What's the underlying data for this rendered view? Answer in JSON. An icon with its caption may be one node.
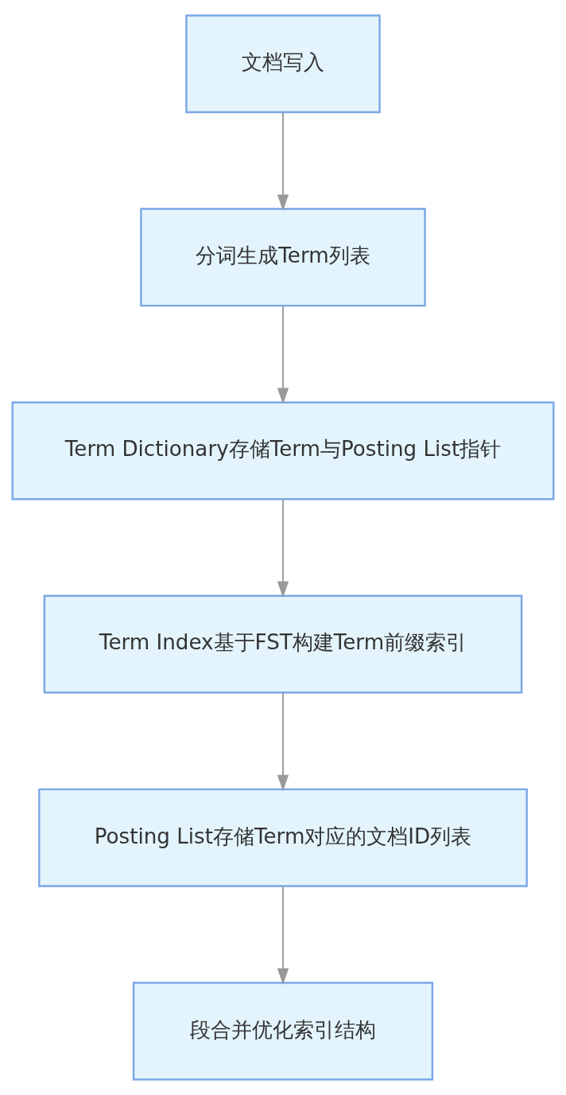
{
  "diagram": {
    "nodes": [
      {
        "text": [
          "文档写入"
        ]
      },
      {
        "text": [
          "分词生成Term列表"
        ]
      },
      {
        "text": [
          "Term Dictionary存储Term与Posting List指针"
        ]
      },
      {
        "text": [
          "Term Index基于FST构建Term前缀索引"
        ]
      },
      {
        "text": [
          "Posting List存储Term对应的文档ID列表"
        ]
      },
      {
        "text": [
          "段合并优化索引结构"
        ]
      }
    ],
    "edges": [
      {
        "from": 0,
        "to": 1,
        "arrow": "to"
      },
      {
        "from": 1,
        "to": 2,
        "arrow": "to"
      },
      {
        "from": 2,
        "to": 3,
        "arrow": "to"
      },
      {
        "from": 3,
        "to": 4,
        "arrow": "to"
      },
      {
        "from": 4,
        "to": 5,
        "arrow": "to"
      }
    ]
  }
}
